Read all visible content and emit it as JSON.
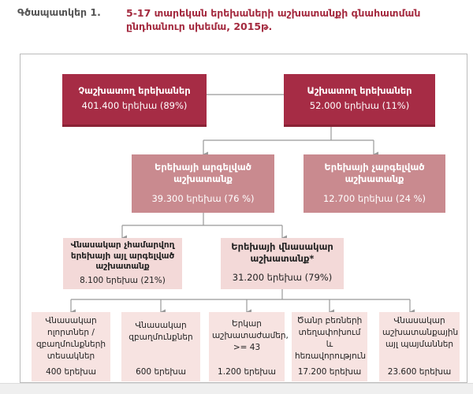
{
  "header": {
    "label": "Գծապատկեր 1.",
    "title": "5-17 տարեկան երեխաների աշխատանքի գնահատման ընդհանուր սխեմա, 2015թ."
  },
  "level1": [
    {
      "title": "Չաշխատող երեխաներ",
      "value": "401.400 երեխա (89%)"
    },
    {
      "title": "Աշխատող երեխաներ",
      "value": "52.000 երեխա (11%)"
    }
  ],
  "level2": [
    {
      "title": "Երեխայի արգելված աշխատանք",
      "value": "39.300 երեխա (76 %)"
    },
    {
      "title": "Երեխայի չարգելված աշխատանք",
      "value": "12.700 երեխա (24 %)"
    }
  ],
  "level3": [
    {
      "title": "Վնասակար չհամարվող երեխայի այլ արգելված աշխատանք",
      "value": "8.100 երեխա (21%)"
    },
    {
      "title": "Երեխայի վնասակար աշխատանք*",
      "value": "31.200 երեխա (79%)"
    }
  ],
  "level4": [
    {
      "title": "Վնասակար ոլորտներ / զբաղմունքների տեսակներ",
      "value": "400 երեխա"
    },
    {
      "title": "Վնասակար զբաղմունքներ",
      "value": "600 երեխա"
    },
    {
      "title": "Երկար աշխատաժամեր, >= 43",
      "value": "1.200 երեխա"
    },
    {
      "title": "Ծանր բեռների տեղափոխում և հեռավորություն",
      "value": "17.200 երեխա"
    },
    {
      "title": "Վնասակար աշխատանքային այլ պայմաններ",
      "value": "23.600 երեխա"
    }
  ],
  "colors": {
    "level1": "#a62c45",
    "level2": "#c98a8f",
    "level3": "#f3d9d8",
    "level4": "#f7e3e1",
    "connector": "#999999"
  }
}
